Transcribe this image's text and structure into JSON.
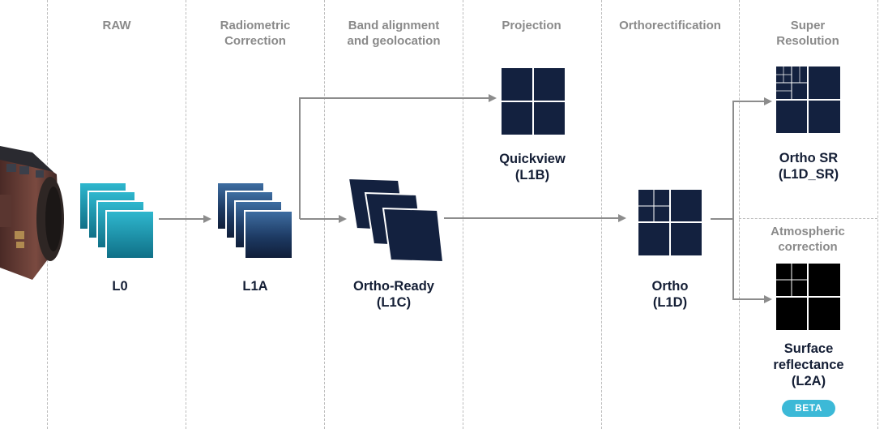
{
  "colors": {
    "navy": "#13213f",
    "teal_top": "#2fb8cf",
    "teal_bottom": "#0f6f86",
    "black": "#000000",
    "arrow": "#8c8c8c",
    "header_text": "#8a8a8a",
    "label_text": "#141e35",
    "badge": "#3cb9d7"
  },
  "columns": {
    "raw": "RAW",
    "radiometric": [
      "Radiometric",
      "Correction"
    ],
    "band_alignment": [
      "Band alignment",
      "and geolocation"
    ],
    "projection": "Projection",
    "orthorectification": "Orthorectification",
    "super_resolution": [
      "Super",
      "Resolution"
    ],
    "atmospheric": [
      "Atmospheric",
      "correction"
    ]
  },
  "products": {
    "l0": [
      "L0"
    ],
    "l1a": [
      "L1A"
    ],
    "l1c": [
      "Ortho-Ready",
      "(L1C)"
    ],
    "l1b": [
      "Quickview",
      "(L1B)"
    ],
    "l1d": [
      "Ortho",
      "(L1D)"
    ],
    "l1d_sr": [
      "Ortho SR",
      "(L1D_SR)"
    ],
    "l2a": [
      "Surface",
      "reflectance",
      "(L2A)"
    ]
  },
  "badge": "BETA",
  "icons": {
    "satellite": "satellite-icon",
    "stack": "image-stack-icon",
    "tile": "quad-tile-icon"
  }
}
